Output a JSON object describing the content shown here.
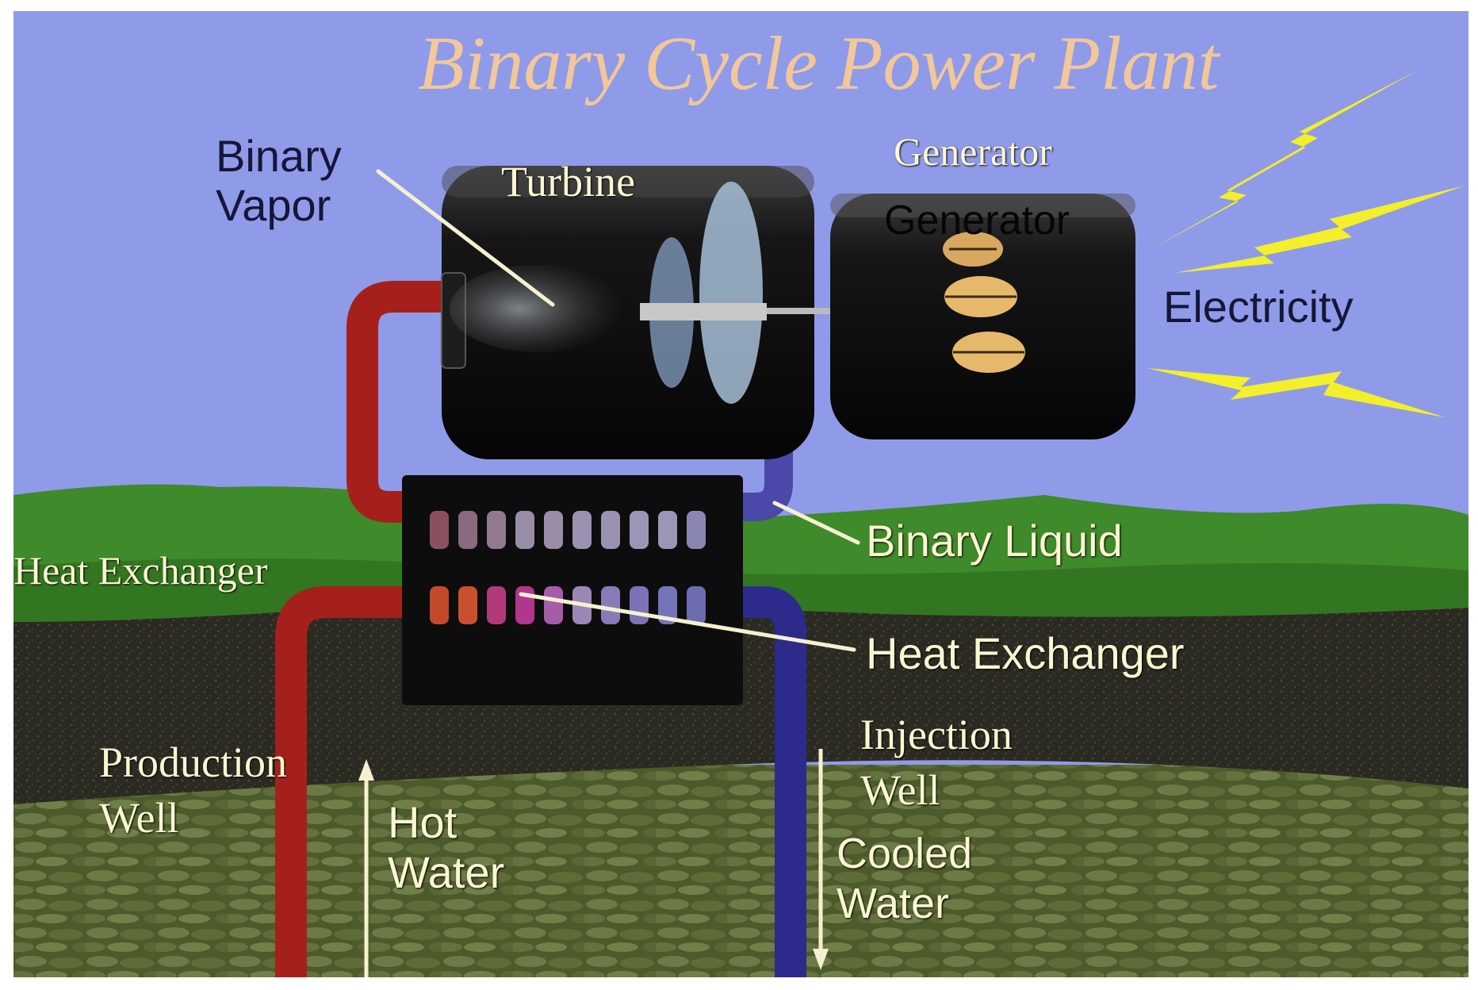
{
  "title": "Binary Cycle Power Plant",
  "labels": {
    "binary_vapor": [
      "Binary",
      "Vapor"
    ],
    "turbine": "Turbine",
    "generator_top": "Generator",
    "generator_shadow": "Generator",
    "electricity": "Electricity",
    "binary_liquid": "Binary Liquid",
    "heat_exchanger_left": "Heat Exchanger",
    "heat_exchanger_right": "Heat Exchanger",
    "production_well": [
      "Production",
      "Well"
    ],
    "hot_water": [
      "Hot",
      "Water"
    ],
    "injection_well": [
      "Injection",
      "Well"
    ],
    "cooled_water": [
      "Cooled",
      "Water"
    ]
  },
  "colors": {
    "sky": "#8f9be8",
    "title": "#f2c79a",
    "grass": "#3f8a2a",
    "soil": "#2b2a22",
    "rock": "#556033",
    "hot_pipe": "#a5201a",
    "cold_pipe": "#2c2a8a",
    "bolt": "#f3ef2a",
    "machine": "#101010"
  }
}
